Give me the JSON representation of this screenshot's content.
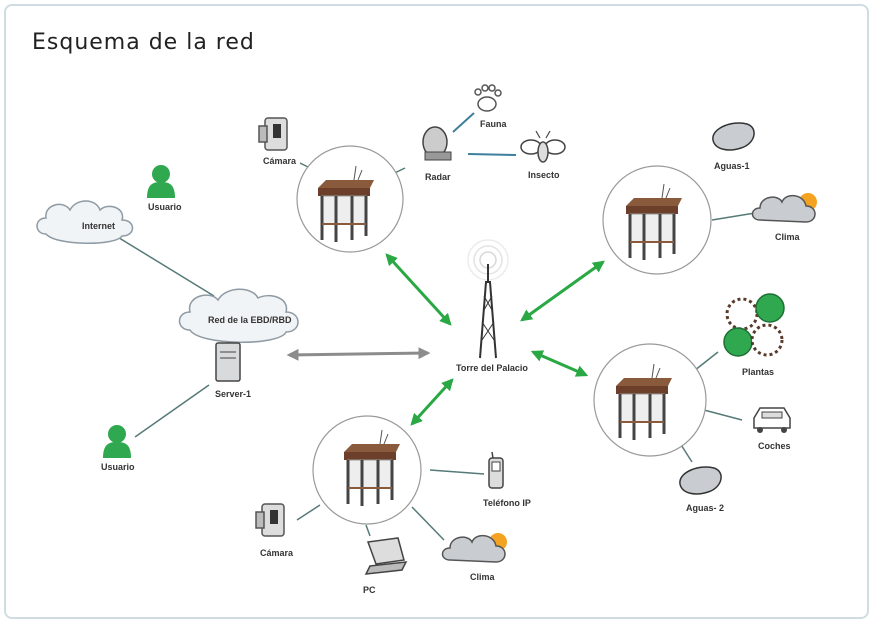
{
  "title": "Esquema de la red",
  "colors": {
    "green_arrow": "#29a844",
    "gray_arrow": "#8c8c8c",
    "blue_link": "#3d7f9c",
    "line": "#557a77"
  },
  "nodes": {
    "internet": "Internet",
    "usuario_top": "Usuario",
    "red": "Red de la EBD/RBD",
    "server": "Server-1",
    "usuario_bottom": "Usuario",
    "camara_top": "Cámara",
    "radar": "Radar",
    "fauna": "Fauna",
    "insecto": "Insecto",
    "torre": "Torre del Palacio",
    "aguas1": "Aguas-1",
    "clima_right": "Clima",
    "plantas": "Plantas",
    "coches": "Coches",
    "aguas2": "Aguas- 2",
    "telefono": "Teléfono IP",
    "camara_bottom": "Cámara",
    "pc": "PC",
    "clima_bottom": "Clima"
  }
}
